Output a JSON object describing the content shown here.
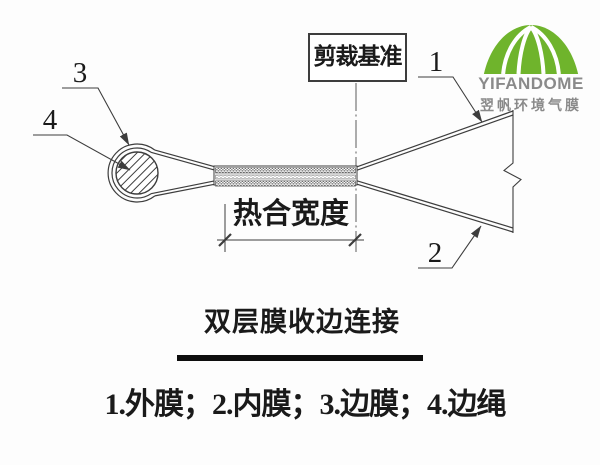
{
  "colors": {
    "line": "#3d3d3d",
    "text": "#1a1a1a",
    "brand_green": "#6fb42c",
    "brand_gray": "#8a8a8a"
  },
  "logo": {
    "brand_en": "YIFANDOME",
    "brand_cn": "翌帆环境气膜",
    "dome_icon": "green-dome-arcs"
  },
  "diagram": {
    "datum_label": "剪裁基准",
    "dimension_label": "热合宽度",
    "callouts": [
      {
        "number": "1"
      },
      {
        "number": "2"
      },
      {
        "number": "3"
      },
      {
        "number": "4"
      }
    ]
  },
  "title": {
    "text": "双层膜收边连接"
  },
  "legend": {
    "items": [
      "1.外膜；",
      "2.内膜；",
      "3.边膜；",
      "4.边绳"
    ]
  }
}
